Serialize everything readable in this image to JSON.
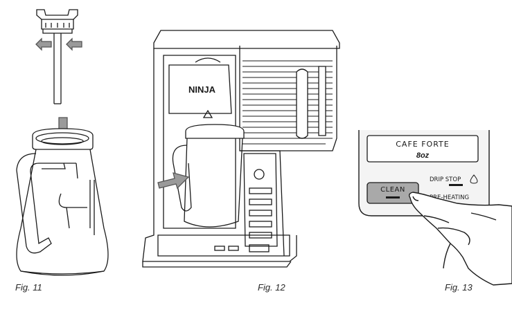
{
  "figures": [
    {
      "caption": "Fig. 11",
      "subject": "carafe-with-brew-through-lid-insert"
    },
    {
      "caption": "Fig. 12",
      "subject": "coffee-maker-with-carafe",
      "brand": "NINJA"
    },
    {
      "caption": "Fig. 13",
      "subject": "control-panel-clean-button",
      "display": {
        "line1": "CAFE FORTE",
        "line2": "8oz"
      },
      "buttons": {
        "clean_label": "CLEAN"
      },
      "indicators": {
        "drip_stop": "DRIP STOP",
        "pre_heating": "PRE-HEATING"
      }
    }
  ],
  "colors": {
    "line": "#1a1a1a",
    "arrow_fill": "#9a9a9a",
    "button_fill": "#a9a9a9",
    "panel_fill": "#f4f4f4"
  }
}
